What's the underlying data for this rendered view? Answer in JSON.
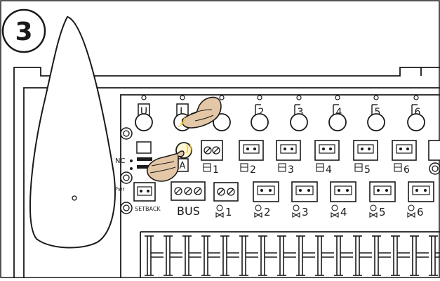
{
  "step": {
    "number": "3"
  },
  "buttons": {
    "u": "U",
    "l": "L",
    "a": "A"
  },
  "zones": [
    "1",
    "2",
    "3",
    "4",
    "5",
    "6"
  ],
  "labels": {
    "nc": "NC",
    "pwr": "Pwr",
    "setback": "SETBACK",
    "bus": "BUS"
  },
  "colors": {
    "line": "#1a1a1a",
    "fill": "#ffffff",
    "hand": "#e4c7a6",
    "glow": "#f1c23a"
  },
  "icons": {
    "zone_output": "valve-icon",
    "zone_input": "thermostat-icon",
    "hand": "pointing-hand-icon"
  }
}
